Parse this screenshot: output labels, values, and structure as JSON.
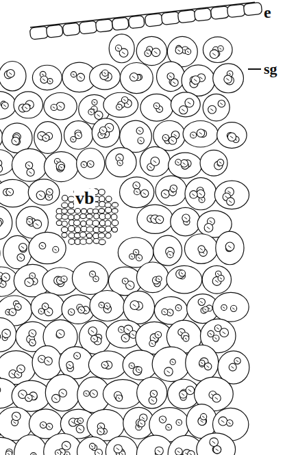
{
  "diagram": {
    "labels": [
      "e",
      "sg",
      "vb"
    ]
  }
}
